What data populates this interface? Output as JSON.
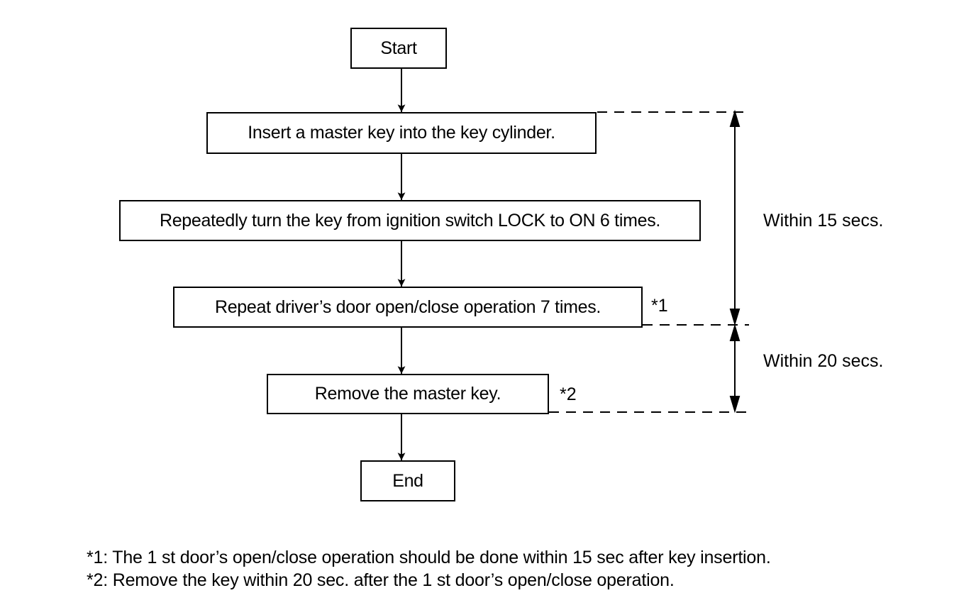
{
  "steps": {
    "start": "Start",
    "insert_key": "Insert a master key into the key cylinder.",
    "turn_key": "Repeatedly turn the key from ignition switch LOCK to ON 6 times.",
    "door_operation": "Repeat driver’s door open/close operation 7 times.",
    "remove_key": "Remove the master key.",
    "end": "End"
  },
  "marks": {
    "mark1": "*1",
    "mark2": "*2"
  },
  "timing": {
    "within_15": "Within 15 secs.",
    "within_20": "Within 20 secs."
  },
  "footnotes": {
    "note1": "*1: The 1 st door’s open/close operation should be done within 15 sec after key insertion.",
    "note2": "*2: Remove the key within 20 sec. after the 1 st door’s open/close operation."
  }
}
